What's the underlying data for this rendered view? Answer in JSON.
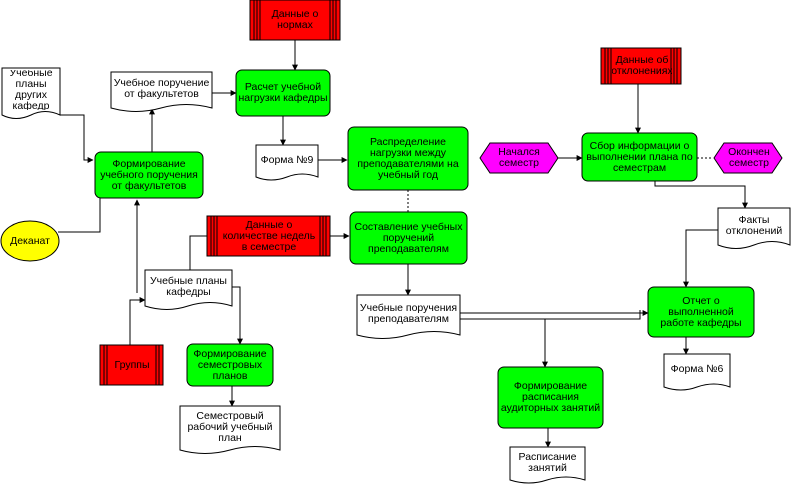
{
  "functions": {
    "raschet": "Расчет учебной нагрузки кафедры",
    "formirovanie_fak": "Формирование учебного поручения от факультетов",
    "raspredelenie": "Распределение нагрузки между преподавателями на учебный год",
    "sostavlenie": "Составление учебных поручений преподавателям",
    "sbor": "Сбор информации о выполнении плана по семестрам",
    "otchet": "Отчет о выполненной работе кафедры",
    "formirovanie_sem": "Формирование семестровых планов",
    "formirovanie_rasp": "Формирование расписания аудиторных занятий"
  },
  "documents": {
    "uchebnye_plany_drugih": "Учебные планы других кафедр",
    "uchebnoe_poruchenie_fak": "Учебное поручение от факультетов",
    "forma9": "Форма №9",
    "uchebnye_plany_kafedry": "Учебные планы кафедры",
    "semestrovyi_plan": "Семестровый рабочий учебный план",
    "uchebnye_porucheniya_prep": "Учебные поручения преподавателям",
    "fakty": "Факты отклонений",
    "forma6": "Форма №6",
    "raspisanie": "Расписание занятий"
  },
  "data_stores": {
    "normy": "Данные о нормах",
    "otkloneniya": "Данные об отклонениях",
    "nedeli": "Данные о количестве недель в семестре",
    "gruppy": "Группы"
  },
  "events": {
    "nachalsya": "Начался семестр",
    "okonchen": "Окончен семестр"
  },
  "org_units": {
    "dekanat": "Деканат"
  },
  "colors": {
    "function_fill": "#00ff00",
    "data_fill": "#ff0000",
    "event_fill": "#ff00ff",
    "org_fill": "#ffff00",
    "document_fill": "#ffffff",
    "line": "#000000"
  }
}
